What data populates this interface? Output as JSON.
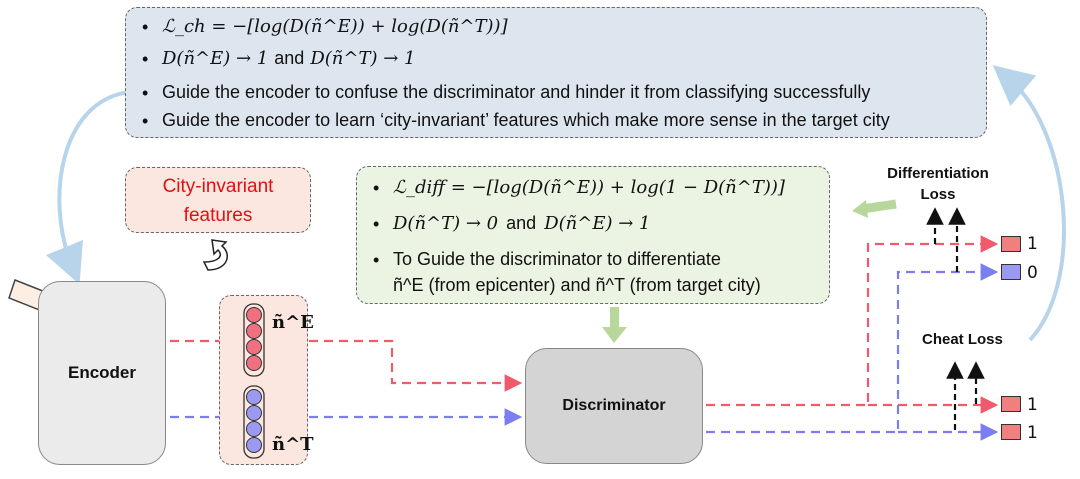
{
  "top_box": {
    "bullets": [
      "ℒ_ch = −[log(D(ñ^E)) + log(D(ñ^T))]",
      "D(ñ^E) → 1",
      "and",
      "D(ñ^T) → 1",
      "Guide the encoder to confuse the discriminator and hinder it from classifying successfully",
      "Guide the encoder to learn ‘city-invariant’ features which make more sense in the target city"
    ]
  },
  "mid_box": {
    "bullets": [
      "ℒ_diff = −[log(D(ñ^E)) + log(1 − D(ñ^T))]",
      "D(ñ^T) → 0",
      "and",
      "D(ñ^E) → 1",
      "To Guide the discriminator to differentiate",
      "ñ^E (from epicenter) and ñ^T (from target city)"
    ]
  },
  "features_box": {
    "line1": "City-invariant",
    "line2": "features"
  },
  "encoder": {
    "label": "Encoder"
  },
  "discriminator": {
    "label": "Discriminator"
  },
  "vectors": {
    "source_label": "ñ^E",
    "target_label": "ñ^T"
  },
  "losses": {
    "differentiation": [
      "Differentiation",
      "Loss"
    ],
    "cheat": "Cheat Loss"
  },
  "outputs": {
    "diff_pos": "1",
    "diff_neg": "0",
    "cheat_a": "1",
    "cheat_b": "1"
  },
  "colors": {
    "red": "#f05a6a",
    "blue": "#7a7ef0",
    "arrow_light_blue": "#b8d4ea",
    "green_arrow": "#b7d89a",
    "red_square": "#f08080",
    "blue_square": "#9a9af0"
  },
  "icons": [
    "curved-arrow-icon",
    "input-arrow-icon"
  ]
}
